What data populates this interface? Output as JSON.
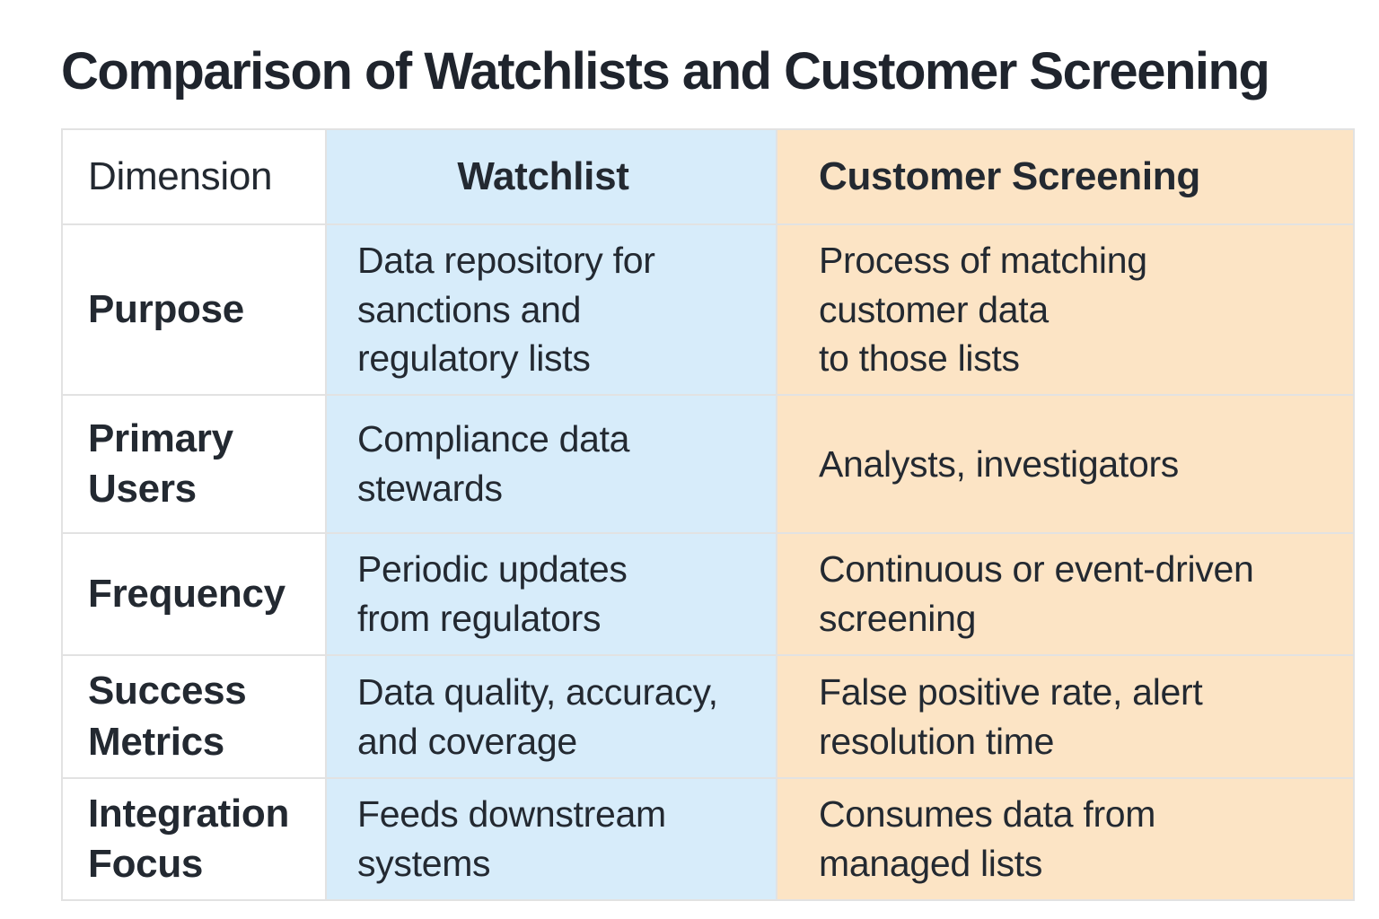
{
  "title": "Comparison of Watchlists and Customer Screening",
  "colors": {
    "watchlist_column_bg": "#D7ECFA",
    "screening_column_bg": "#FCE4C5",
    "border": "#E2E2E2",
    "text": "#232931"
  },
  "table": {
    "columns": [
      {
        "key": "dimension",
        "label": "Dimension"
      },
      {
        "key": "watchlist",
        "label": "Watchlist"
      },
      {
        "key": "screening",
        "label": "Customer Screening"
      }
    ],
    "rows": [
      {
        "dimension": "Purpose",
        "watchlist": "Data repository for\nsanctions and\nregulatory lists",
        "screening": "Process of matching\ncustomer data\nto those lists"
      },
      {
        "dimension": "Primary\nUsers",
        "watchlist": "Compliance data\nstewards",
        "screening": "Analysts, investigators"
      },
      {
        "dimension": "Frequency",
        "watchlist": "Periodic updates\nfrom regulators",
        "screening": "Continuous or event-driven\nscreening"
      },
      {
        "dimension": "Success\nMetrics",
        "watchlist": "Data quality, accuracy,\nand coverage",
        "screening": "False positive rate, alert\nresolution time"
      },
      {
        "dimension": "Integration\nFocus",
        "watchlist": "Feeds downstream\nsystems",
        "screening": "Consumes data from\nmanaged lists"
      }
    ]
  }
}
